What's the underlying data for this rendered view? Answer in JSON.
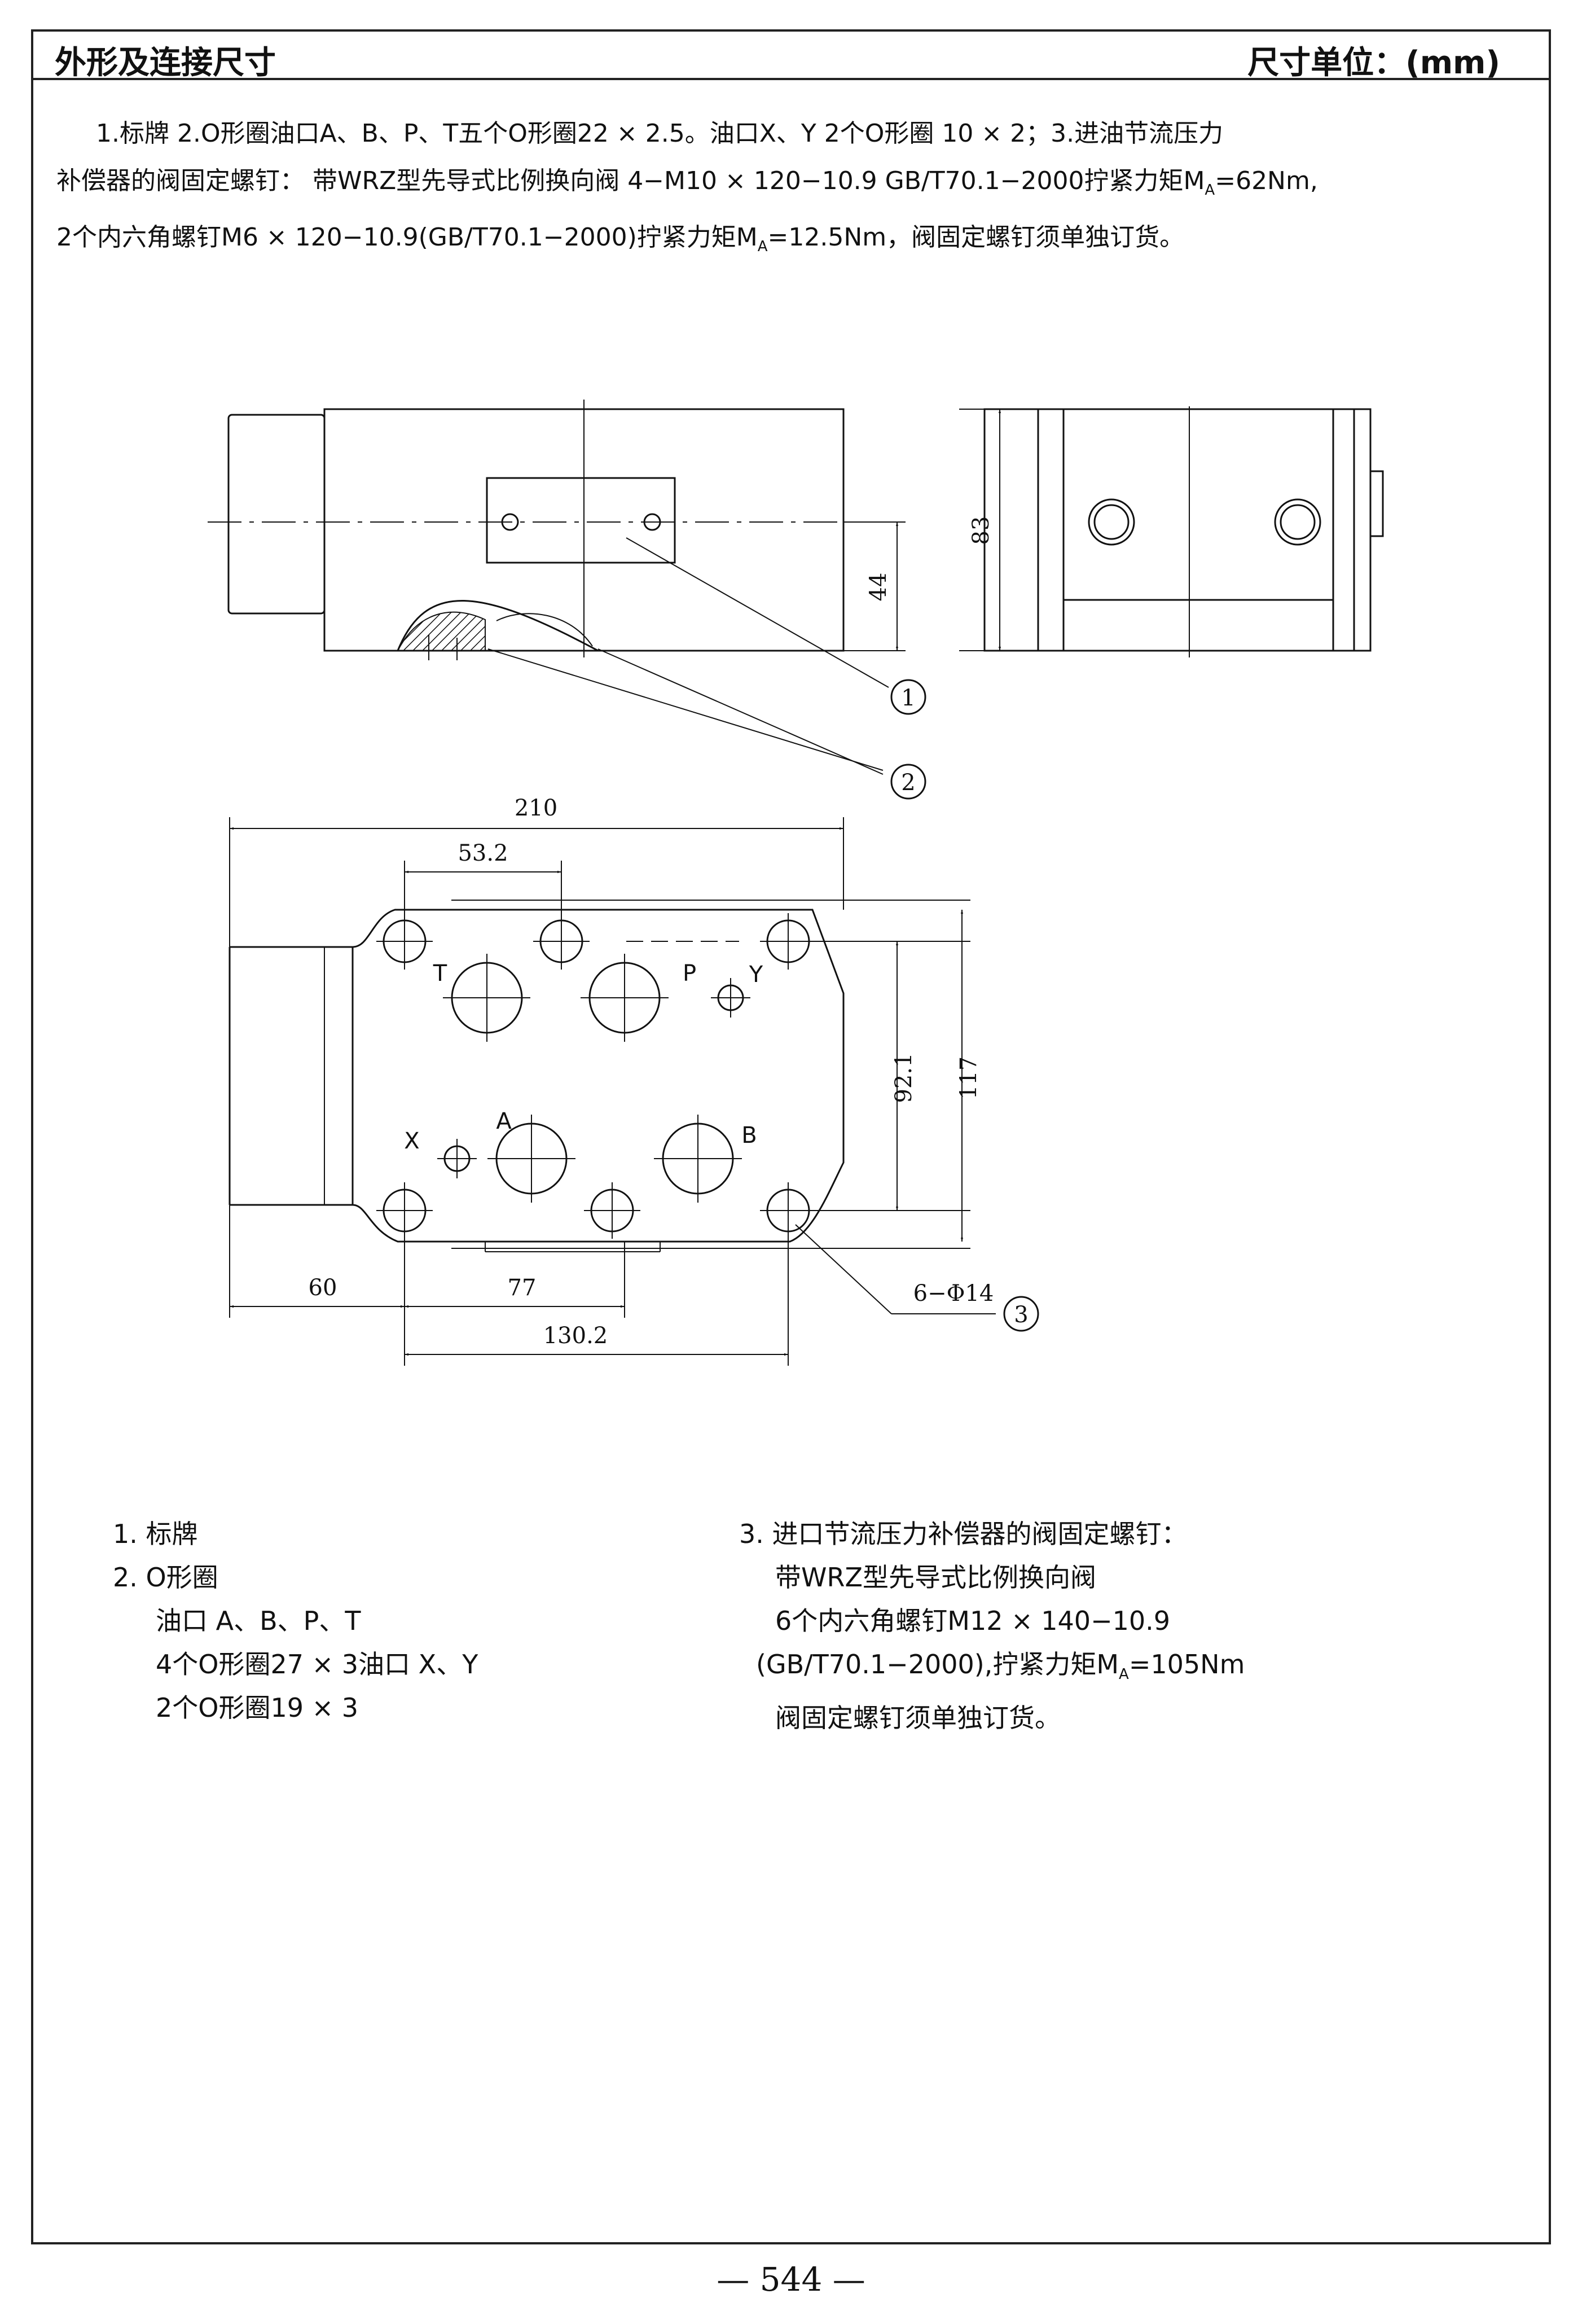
{
  "header": {
    "title": "外形及连接尺寸",
    "unit": "尺寸单位：(mm)"
  },
  "intro": {
    "line1": "1.标牌 2.O形圈油口A、B、P、T五个O形圈22 × 2.5。油口X、Y 2个O形圈 10 × 2；3.进油节流压力",
    "line2a": "补偿器的阀固定螺钉：   带WRZ型先导式比例换向阀 4−M10 × 120−10.9 GB/T70.1−2000拧紧力矩M",
    "line2sub": "A",
    "line2b": "=62Nm,",
    "line3a": "2个内六角螺钉M6 × 120−10.9(GB/T70.1−2000)拧紧力矩M",
    "line3sub": "A",
    "line3b": "=12.5Nm，阀固定螺钉须单独订货。"
  },
  "drawing": {
    "dimensions": {
      "d210": "210",
      "d53_2": "53.2",
      "d44": "44",
      "d83": "83",
      "d92_1": "92.1",
      "d117": "117",
      "d60": "60",
      "d77": "77",
      "d130_2": "130.2",
      "holes": "6−Φ14"
    },
    "ports": {
      "T": "T",
      "P": "P",
      "Y": "Y",
      "X": "X",
      "A": "A",
      "B": "B"
    },
    "callouts": {
      "c1": "1",
      "c2": "2",
      "c3": "3"
    }
  },
  "notes": {
    "left": {
      "n1": "1. 标牌",
      "n2": "2. O形圈",
      "n2a": "油口 A、B、P、T",
      "n2b": "4个O形圈27 × 3油口 X、Y",
      "n2c": "2个O形圈19 × 3"
    },
    "right": {
      "n3": "3. 进口节流压力补偿器的阀固定螺钉：",
      "n3a": "带WRZ型先导式比例换向阀",
      "n3b": "6个内六角螺钉M12 × 140−10.9",
      "n3c_a": "(GB/T70.1−2000),拧紧力矩M",
      "n3c_sub": "A",
      "n3c_b": "=105Nm",
      "n3d": "阀固定螺钉须单独订货。"
    }
  },
  "footer": {
    "page_number": "— 544 —"
  }
}
